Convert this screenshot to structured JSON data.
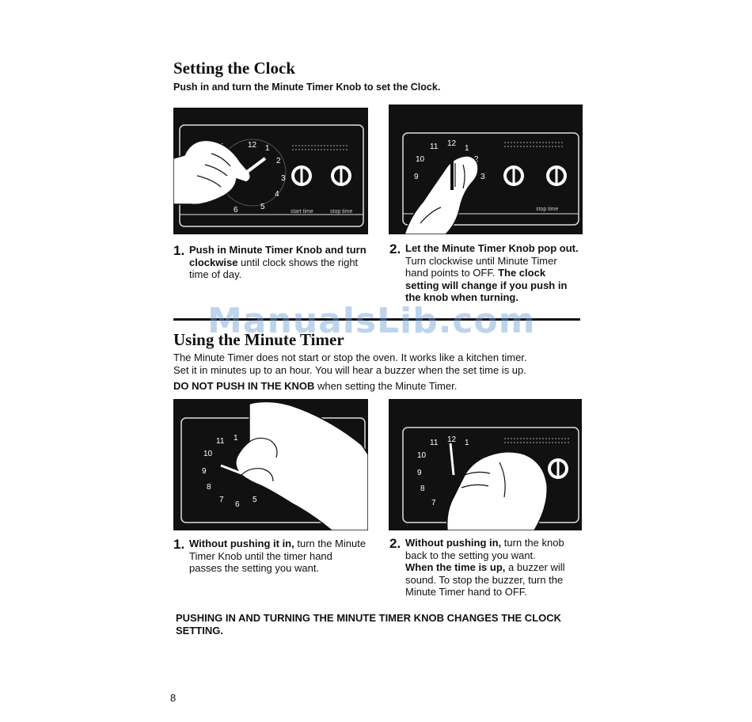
{
  "section1": {
    "title": "Setting the Clock",
    "subtitle": "Push in and turn the Minute Timer Knob to set the Clock."
  },
  "steps1": [
    {
      "num": "1.",
      "bold": "Push in Minute Timer Knob and turn clockwise",
      "text": " until clock shows the right time of day."
    },
    {
      "num": "2.",
      "bold": "Let the Minute Timer Knob pop out.",
      "text": " Turn clockwise until Minute Timer hand points to OFF. ",
      "bold2": "The clock setting will change if you push in the knob when turning."
    }
  ],
  "watermark": "ManualsLib.com",
  "section2": {
    "title": "Using the Minute Timer",
    "line1": "The Minute Timer does not start or stop the oven. It works like a kitchen timer.",
    "line2": "Set it in minutes up to an hour. You will hear a buzzer when the set time is up.",
    "warn_bold": "DO NOT PUSH IN THE KNOB",
    "warn_text": " when setting the Minute Timer."
  },
  "steps2": [
    {
      "num": "1.",
      "bold": "Without pushing it in,",
      "text": " turn the Minute Timer Knob until the timer hand passes the setting you want."
    },
    {
      "num": "2.",
      "bold": "Without pushing in,",
      "text": " turn the knob back to the setting you want.",
      "bold2": "When the time is up,",
      "text2": " a buzzer will sound. To stop the buzzer, turn the Minute Timer hand to OFF."
    }
  ],
  "footer_warning": "PUSHING IN AND TURNING THE MINUTE TIMER KNOB CHANGES THE CLOCK SETTING.",
  "page_number": "8",
  "panel_labels": {
    "start_time": "start time",
    "stop_time": "stop time"
  }
}
